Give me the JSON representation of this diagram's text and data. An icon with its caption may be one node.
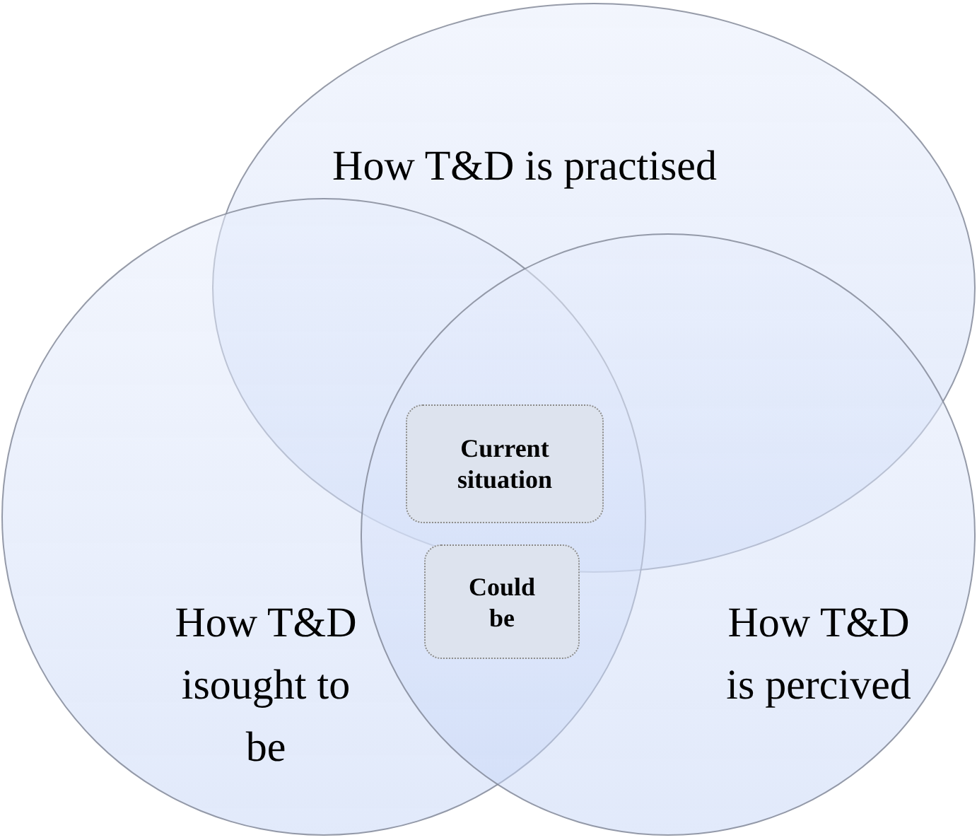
{
  "diagram": {
    "nodes": [
      {
        "text": [
          "How T&D is practised"
        ]
      },
      {
        "text": [
          "How T&D isought to be"
        ]
      },
      {
        "text": [
          "How T&D is percived"
        ]
      },
      {
        "text": [
          "Current situation"
        ]
      },
      {
        "text": [
          "Could be"
        ]
      }
    ]
  }
}
